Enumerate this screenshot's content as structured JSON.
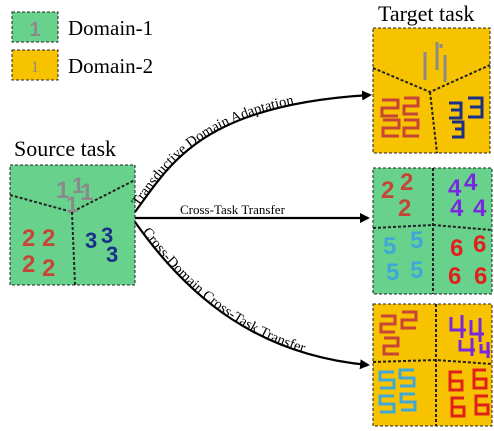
{
  "legend": {
    "domain1_label": "Domain-1",
    "domain2_label": "Domain-2",
    "domain1_icon_digit": "1",
    "domain2_icon_digit": "1",
    "domain1_color": "#68d28d",
    "domain2_color": "#f7c300"
  },
  "source": {
    "title": "Source task",
    "digit_a": "1",
    "digit_b": "2",
    "digit_c": "3"
  },
  "target": {
    "title": "Target task"
  },
  "arrows": {
    "top_label": "Transductive Domain Adaptation",
    "middle_label": "Cross-Task Transfer",
    "bottom_label": "Cross-Domain Cross-Task Transfer"
  },
  "middle_target": {
    "digit_a": "2",
    "digit_b": "4",
    "digit_c": "5",
    "digit_d": "6"
  },
  "colors": {
    "gray": "#8a8a8a",
    "red": "#c64536",
    "navy": "#1b2f8a",
    "purple": "#7a28e0",
    "cyan": "#40a8d8",
    "bright_red": "#e0201a"
  }
}
